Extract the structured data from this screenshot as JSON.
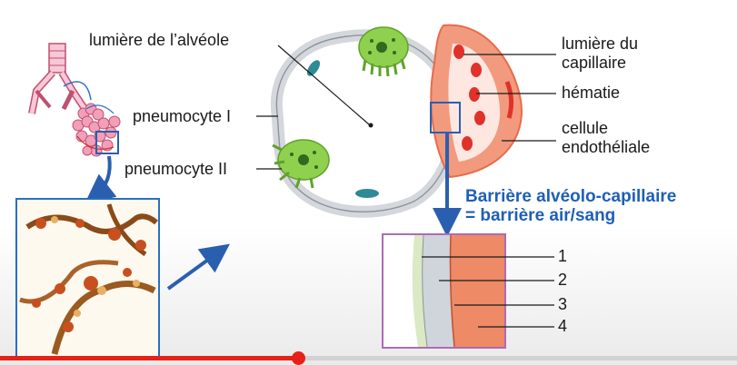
{
  "labels": {
    "lumiere_alveole": "lumière de l’alvéole",
    "pneumocyte_1": "pneumocyte I",
    "pneumocyte_2": "pneumocyte II",
    "lumiere_capillaire_1": "lumière du",
    "lumiere_capillaire_2": "capillaire",
    "hematie": "hématie",
    "cellule_1": "cellule",
    "cellule_2": "endothéliale",
    "barriere_1": "Barrière alvéolo-capillaire",
    "barriere_2": "= barrière air/sang"
  },
  "layers": [
    "1",
    "2",
    "3",
    "4"
  ],
  "colors": {
    "accent_blue": "#1f5fb5",
    "capillary": "#f0957a",
    "red_cell": "#e0322a",
    "alveolar_wall": "#d4d7dc",
    "pneumocyte2": "#86c94a",
    "progress": "#e62117"
  },
  "player": {
    "progress": 0.405
  }
}
